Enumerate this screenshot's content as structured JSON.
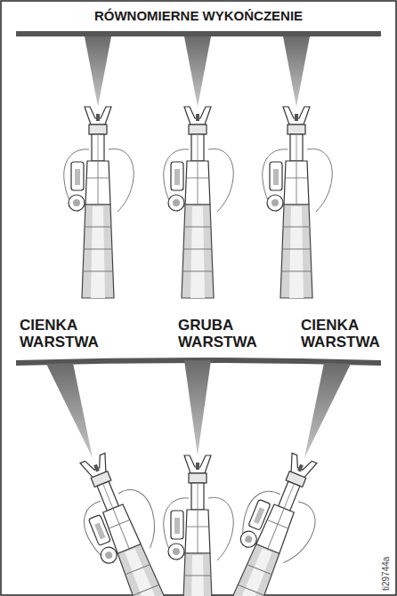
{
  "diagram": {
    "title": "RÓWNOMIERNE WYKOŃCZENIE",
    "labels": [
      "CIENKA WARSTWA",
      "GRUBA WARSTWA",
      "CIENKA WARSTWA",
      "ti29744a"
    ]
  }
}
